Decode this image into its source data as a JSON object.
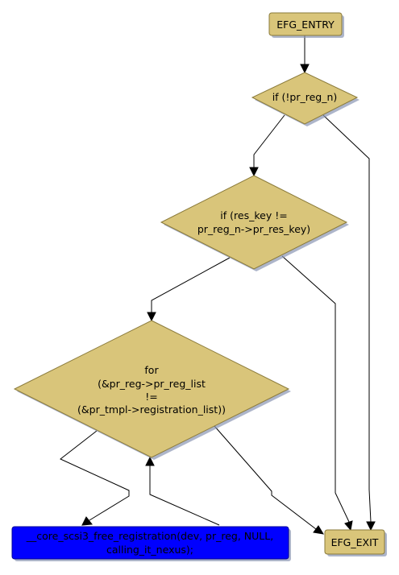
{
  "colors": {
    "node_fill": "#d9c57a",
    "node_stroke": "#8a7a3a",
    "call_fill": "#0000ff",
    "call_stroke": "#000099",
    "shadow": "#8a96b4",
    "edge": "#000000"
  },
  "nodes": {
    "entry": {
      "label": "EFG_ENTRY"
    },
    "cond1": {
      "label": "if (!pr_reg_n)"
    },
    "cond2": {
      "lines": [
        "if (res_key !=",
        "pr_reg_n->pr_res_key)"
      ]
    },
    "loop": {
      "lines": [
        "for",
        "(&pr_reg->pr_reg_list",
        "!=",
        "(&pr_tmpl->registration_list))"
      ]
    },
    "call": {
      "lines": [
        "__core_scsi3_free_registration(dev, pr_reg, NULL,",
        "calling_it_nexus);"
      ]
    },
    "exit": {
      "label": "EFG_EXIT"
    }
  }
}
